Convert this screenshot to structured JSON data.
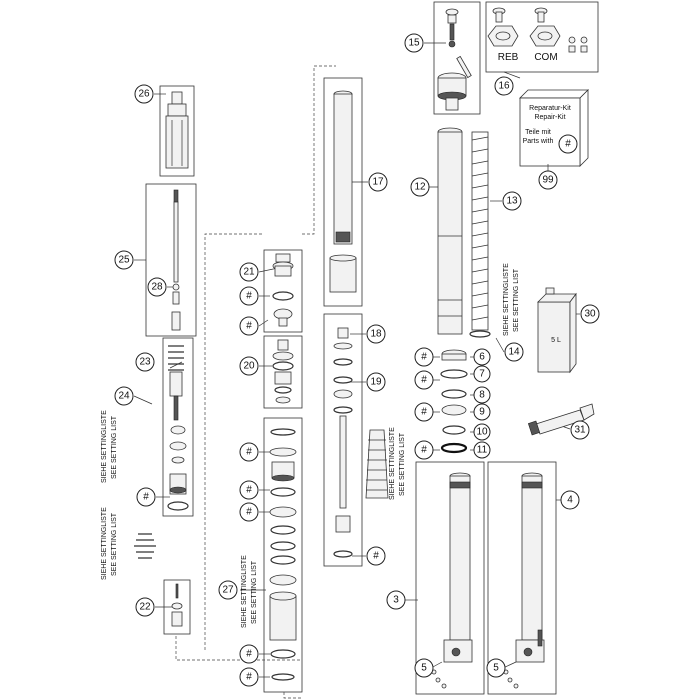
{
  "callouts": {
    "c3": "3",
    "c4": "4",
    "c5a": "5",
    "c5b": "5",
    "c6": "6",
    "c7": "7",
    "c8": "8",
    "c9": "9",
    "c10": "10",
    "c11": "11",
    "c12": "12",
    "c13": "13",
    "c14": "14",
    "c15": "15",
    "c16": "16",
    "c17": "17",
    "c18": "18",
    "c19": "19",
    "c20": "20",
    "c21": "21",
    "c22": "22",
    "c23": "23",
    "c24": "24",
    "c25": "25",
    "c26": "26",
    "c27": "27",
    "c28": "28",
    "c30": "30",
    "c31": "31",
    "c99": "99",
    "hash": "#"
  },
  "labels": {
    "reb": "REB",
    "com": "COM",
    "kit_de": "Reparatur-Kit",
    "kit_en": "Repair-Kit",
    "teile": "Teile mit",
    "parts": "Parts with",
    "siehe": "SIEHE SETTINGLISTE",
    "see": "SEE SETTING LIST",
    "can_text": "5 L"
  }
}
